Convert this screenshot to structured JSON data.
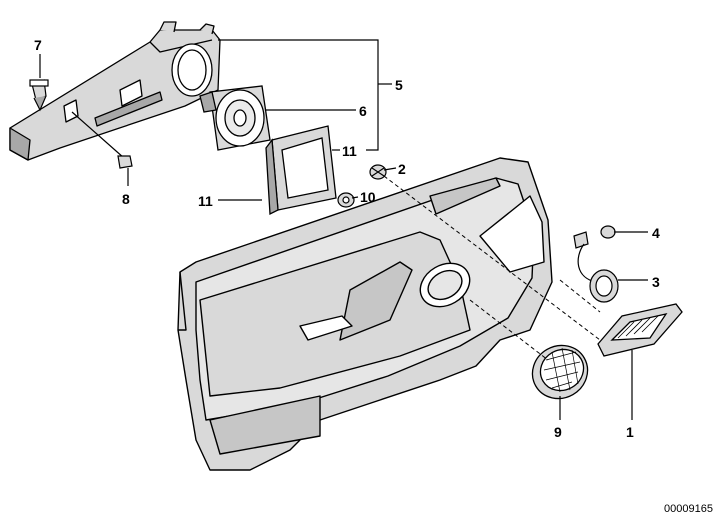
{
  "diagram": {
    "drawing_number": "00009165",
    "callouts": {
      "c1": "1",
      "c2": "2",
      "c3": "3",
      "c4": "4",
      "c5": "5",
      "c6": "6",
      "c7": "7",
      "c8": "8",
      "c9": "9",
      "c10": "10",
      "c11a": "11",
      "c11b": "11"
    },
    "colors": {
      "line": "#000000",
      "panel_fill": "#d9d9d9",
      "panel_dark": "#a8a8a8",
      "background": "#ffffff"
    }
  }
}
